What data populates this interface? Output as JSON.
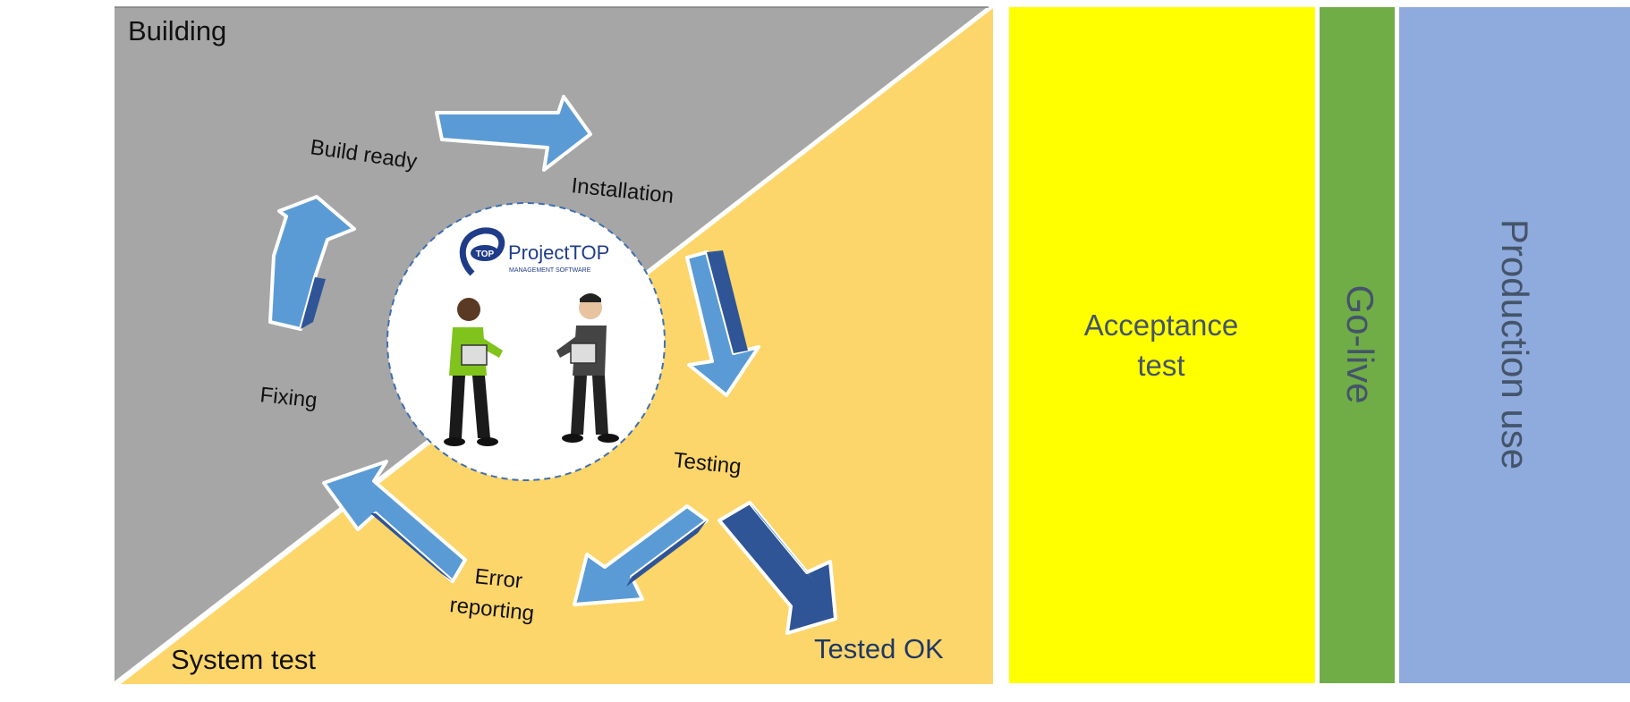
{
  "regions": {
    "building": "Building",
    "system_test": "System test"
  },
  "cycle": {
    "build_ready": "Build ready",
    "installation": "Installation",
    "testing": "Testing",
    "error_reporting_line1": "Error",
    "error_reporting_line2": "reporting",
    "fixing": "Fixing",
    "tested_ok": "Tested OK"
  },
  "logo": {
    "badge": "TOP",
    "name": "ProjectTOP",
    "tagline": "MANAGEMENT SOFTWARE"
  },
  "phases": {
    "acceptance_line1": "Acceptance",
    "acceptance_line2": "test",
    "go_live": "Go-live",
    "production": "Production use"
  },
  "colors": {
    "building_bg": "#a6a6a6",
    "system_test_bg": "#fdd66b",
    "acceptance_bg": "#ffff00",
    "go_live_bg": "#70ad47",
    "production_bg": "#8faadc",
    "arrow_light": "#5b9bd5",
    "arrow_dark": "#2f5597",
    "phase_text": "#44546a"
  }
}
